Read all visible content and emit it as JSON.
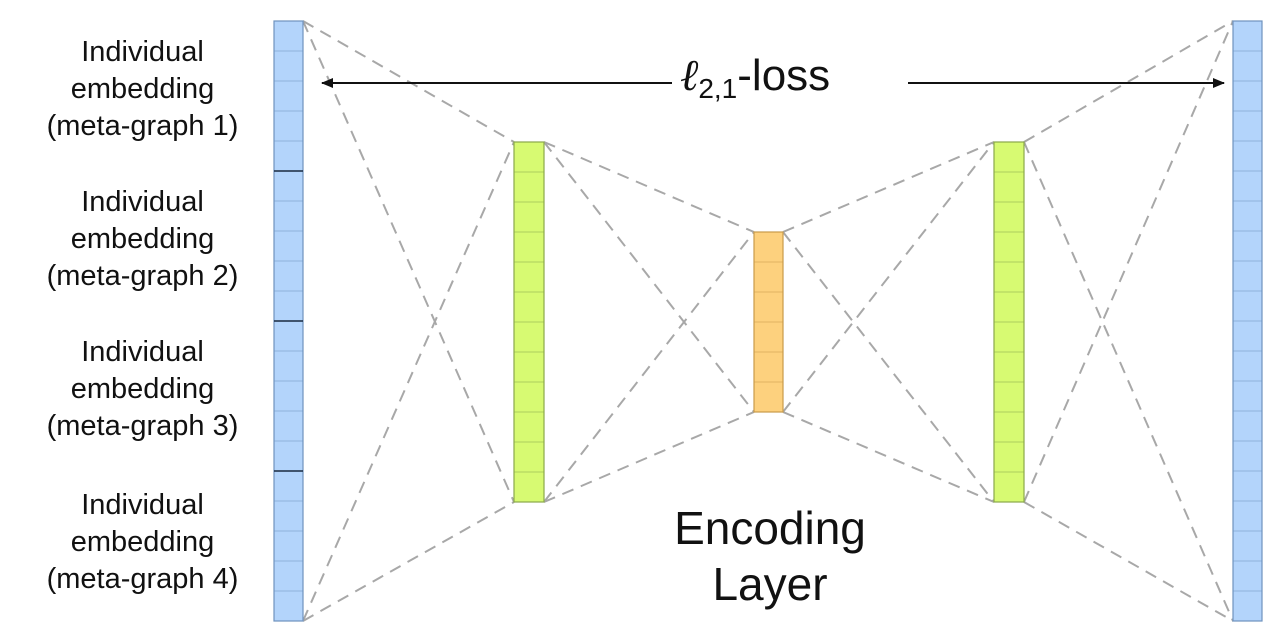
{
  "input_groups": [
    {
      "lines": [
        "Individual",
        "embedding",
        "(meta-graph 1)"
      ]
    },
    {
      "lines": [
        "Individual",
        "embedding",
        "(meta-graph 2)"
      ]
    },
    {
      "lines": [
        "Individual",
        "embedding",
        "(meta-graph 3)"
      ]
    },
    {
      "lines": [
        "Individual",
        "embedding",
        "(meta-graph 4)"
      ]
    }
  ],
  "loss_label": {
    "symbol": "ℓ",
    "subscript": "2,1",
    "suffix": "-loss"
  },
  "encoding_label": {
    "line1": "Encoding",
    "line2": "Layer"
  },
  "layers": [
    {
      "name": "input-layer",
      "cells": 20,
      "color": "#b3d4fb",
      "border": "#6f93bf"
    },
    {
      "name": "hidden-layer-1",
      "cells": 12,
      "color": "#d7fa72",
      "border": "#8aa84a"
    },
    {
      "name": "encoding-layer",
      "cells": 6,
      "color": "#fdd17e",
      "border": "#c99b4a"
    },
    {
      "name": "hidden-layer-2",
      "cells": 12,
      "color": "#d7fa72",
      "border": "#8aa84a"
    },
    {
      "name": "output-layer",
      "cells": 20,
      "color": "#b3d4fb",
      "border": "#6f93bf"
    }
  ],
  "colors": {
    "connection": "#a8a8a8",
    "arrow": "#111111",
    "cell_line": "#9ab4d6"
  }
}
